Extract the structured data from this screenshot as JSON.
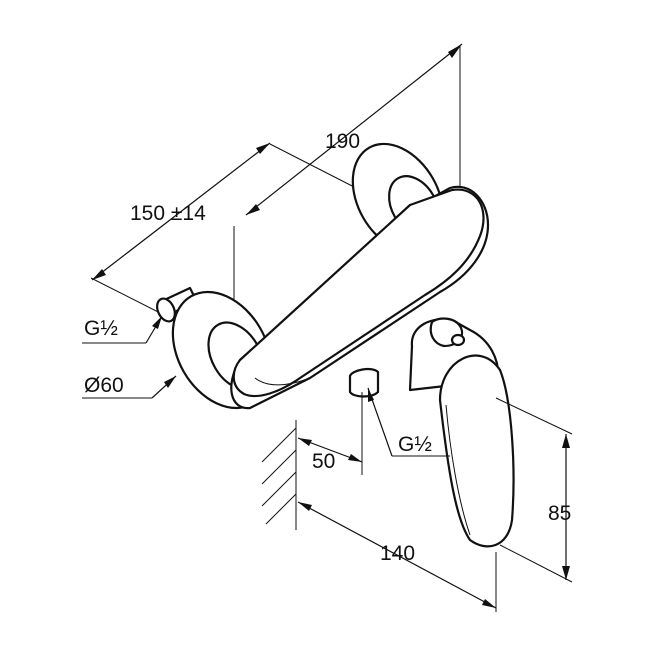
{
  "drawing": {
    "dimensions": {
      "total_depth": "190",
      "connection_spacing": "150 ±14",
      "inlet_thread": "G½",
      "escutcheon_diameter": "Ø60",
      "projection": "50",
      "outlet_thread": "G½",
      "lever_height": "85",
      "lever_length": "140"
    }
  }
}
